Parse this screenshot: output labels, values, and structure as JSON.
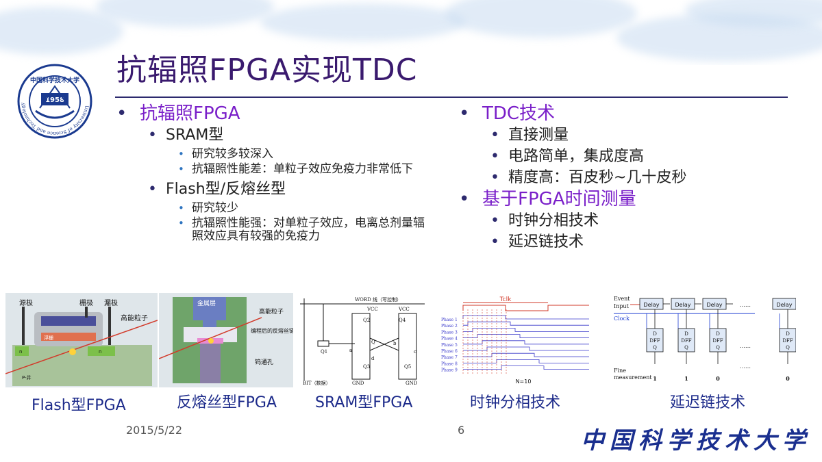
{
  "slide": {
    "title": "抗辐照FPGA实现TDC",
    "date": "2015/5/22",
    "page": "6",
    "university": "中国科学技术大学"
  },
  "logo": {
    "year": "1958",
    "ring_text": "University of Science and Technology of China",
    "seal_text": "中国科学技术大学"
  },
  "left": {
    "h1": "抗辐照FPGA",
    "sram": "SRAM型",
    "sram_b1": "研究较多较深入",
    "sram_b2": "抗辐照性能差：单粒子效应免疫力非常低下",
    "flash": "Flash型/反熔丝型",
    "flash_b1": "研究较少",
    "flash_b2": "抗辐照性能强：对单粒子效应，电离总剂量辐照效应具有较强的免疫力"
  },
  "right": {
    "h1": "TDC技术",
    "b1": "直接测量",
    "b2": "电路简单，集成度高",
    "b3": "精度高：百皮秒~几十皮秒",
    "h2": "基于FPGA时间测量",
    "b4": "时钟分相技术",
    "b5": "延迟链技术"
  },
  "figures": {
    "flash": {
      "caption": "Flash型FPGA",
      "source": "源极",
      "gate": "栅极",
      "drain": "漏极",
      "particle": "高能粒子",
      "floating": "浮栅",
      "n": "n",
      "p_well": "P-井"
    },
    "antifuse": {
      "caption": "反熔丝型FPGA",
      "metal": "金属层",
      "particle": "高能粒子",
      "link": "编程后的反熔丝链路",
      "via": "钨通孔"
    },
    "sram": {
      "caption": "SRAM型FPGA",
      "word": "WORD 线（写控制）",
      "vcc1": "VCC",
      "vcc2": "VCC",
      "q1": "Q1",
      "q2": "Q2",
      "q3": "Q3",
      "q4": "Q4",
      "q5": "Q5",
      "node_a": "a",
      "node_b": "b",
      "node_c": "c",
      "node_d": "d",
      "node_q": "Q",
      "bit": "BIT（数据）",
      "gnd1": "GND",
      "gnd2": "GND"
    },
    "phase": {
      "caption": "时钟分相技术",
      "tclk": "Tclk",
      "n_label": "N=10",
      "phases": [
        "Phase 1",
        "Phase 2",
        "Phase 3",
        "Phase 4",
        "Phase 5",
        "Phase 6",
        "Phase 7",
        "Phase 8",
        "Phase 9"
      ]
    },
    "delay": {
      "caption": "延迟链技术",
      "event": "Event",
      "input": "Input",
      "delay": "Delay",
      "clock": "Clock",
      "d": "D",
      "dff": "DFF",
      "q": "Q",
      "dots": "……",
      "fine": "Fine",
      "measurement": "measurement",
      "bits": [
        "1",
        "1",
        "0",
        "0"
      ]
    }
  }
}
